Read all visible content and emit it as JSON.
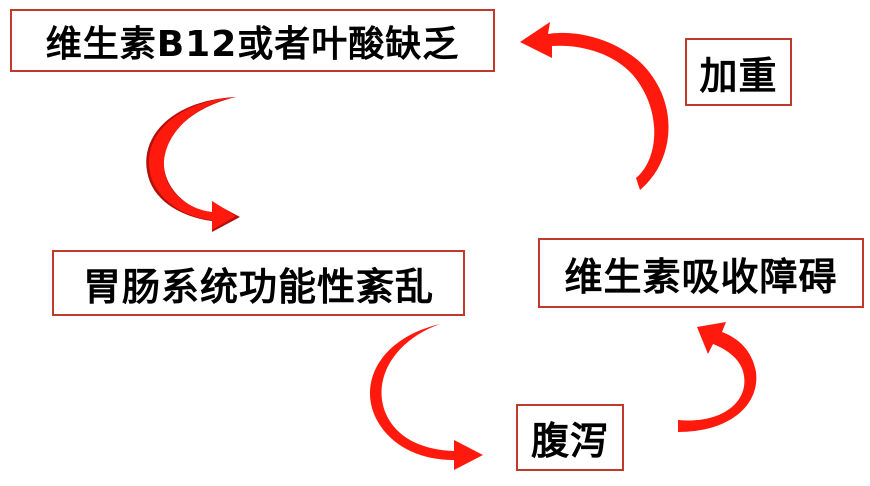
{
  "diagram": {
    "nodes": [
      {
        "id": "vitamin-b12-folate-deficiency",
        "label": "维生素B12或者叶酸缺乏"
      },
      {
        "id": "aggravate",
        "label": "加重"
      },
      {
        "id": "vitamin-absorption-disorder",
        "label": "维生素吸收障碍"
      },
      {
        "id": "gi-dysfunction",
        "label": "胃肠系统功能性紊乱"
      },
      {
        "id": "diarrhea",
        "label": "腹泻"
      }
    ],
    "colors": {
      "arrow": "#ff1a0d",
      "box_border": "#c0392b",
      "text": "#000000"
    }
  }
}
